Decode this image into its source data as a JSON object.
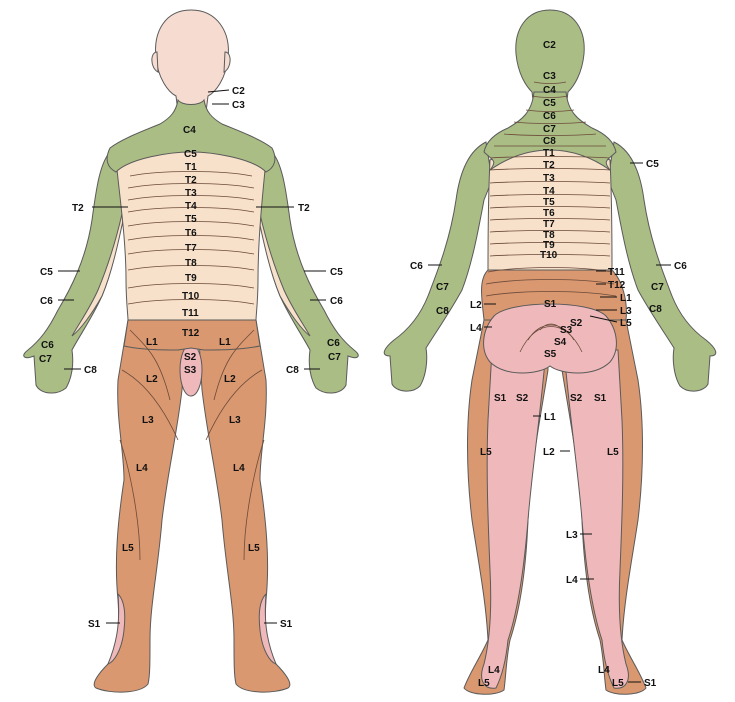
{
  "colors": {
    "head_skin": "#f6dcd0",
    "cervical_green": "#aabd85",
    "thoracic_cream": "#f7e1ca",
    "lumbar_orange": "#d99870",
    "sacral_pink": "#efb9bb",
    "outline": "#5a5a5a"
  },
  "front": {
    "labels": {
      "c2": "C2",
      "c3": "C3",
      "c4": "C4",
      "c5": "C5",
      "t1": "T1",
      "t2": "T2",
      "t3": "T3",
      "t4": "T4",
      "t5": "T5",
      "t6": "T6",
      "t7": "T7",
      "t8": "T8",
      "t9": "T9",
      "t10": "T10",
      "t11": "T11",
      "t12": "T12",
      "t2_left": "T2",
      "t2_right": "T2",
      "c5_left": "C5",
      "c5_right": "C5",
      "c6_left": "C6",
      "c6_right": "C6",
      "c6_hand_left": "C6",
      "c6_hand_right": "C6",
      "c7_left": "C7",
      "c7_right": "C7",
      "c8_left": "C8",
      "c8_right": "C8",
      "l1_left": "L1",
      "l1_right": "L1",
      "s2": "S2",
      "s3": "S3",
      "l2_left": "L2",
      "l2_right": "L2",
      "l3_left": "L3",
      "l3_right": "L3",
      "l4_left": "L4",
      "l4_right": "L4",
      "l5_left": "L5",
      "l5_right": "L5",
      "s1_left": "S1",
      "s1_right": "S1"
    }
  },
  "back": {
    "labels": {
      "c2": "C2",
      "c3": "C3",
      "c4": "C4",
      "c5": "C5",
      "c6": "C6",
      "c7": "C7",
      "c8": "C8",
      "t1": "T1",
      "t2": "T2",
      "t3": "T3",
      "t4": "T4",
      "t5": "T5",
      "t6": "T6",
      "t7": "T7",
      "t8": "T8",
      "t9": "T9",
      "t10": "T10",
      "t11": "T11",
      "t12": "T12",
      "l1": "L1",
      "l3": "L3",
      "l5": "L5",
      "c5_arm": "C5",
      "c6_left": "C6",
      "c6_right": "C6",
      "c7_left": "C7",
      "c7_right": "C7",
      "c8_left": "C8",
      "c8_right": "C8",
      "l2_left": "L2",
      "l4_left": "L4",
      "s1_top": "S1",
      "s2_top": "S2",
      "s3": "S3",
      "s4": "S4",
      "s5": "S5",
      "s1_thigh_left": "S1",
      "s2_thigh_left": "S2",
      "s2_thigh_right": "S2",
      "s1_thigh_right": "S1",
      "l1_leg": "L1",
      "l2_leg": "L2",
      "l5_left": "L5",
      "l5_right": "L5",
      "l3_leg": "L3",
      "l4_leg": "L4",
      "l4_foot_left": "L4",
      "l5_foot_left": "L5",
      "l4_foot_right": "L4",
      "l5_foot_right": "L5",
      "s1_foot": "S1"
    }
  }
}
